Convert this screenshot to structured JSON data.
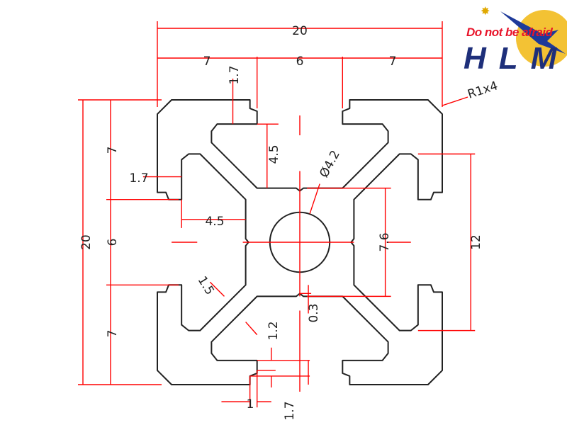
{
  "logo": {
    "slogan": "Do not be afraid",
    "brand": "HLM",
    "colors": {
      "slogan": "#e8142a",
      "brand": "#1e2f7a",
      "sun": "#f3c234",
      "star": "#e0a800"
    }
  },
  "drawing": {
    "subject": "20x20 aluminum extrusion profile cross-section",
    "colors": {
      "dimension": "#ff0000",
      "profile": "#222222"
    },
    "dimensions": {
      "overall_width": "20",
      "overall_height": "20",
      "top_left_segment": "7",
      "top_middle_segment": "6",
      "top_right_segment": "7",
      "left_top_segment": "7",
      "left_middle_segment": "6",
      "left_bottom_segment": "7",
      "slot_lip_top": "1.7",
      "slot_lip_left": "1.7",
      "slot_lip_bottom": "1.7",
      "slot_depth_vertical": "4.5",
      "slot_depth_horizontal": "4.5",
      "web_thickness": "1.5",
      "wall_thickness_bottom": "1.2",
      "lip_step": "1",
      "groove_depth": "0.3",
      "center_bore": "Ø4.2",
      "core_width": "7.6",
      "slot_opening_span": "12",
      "corner_radius": "R1x4"
    }
  }
}
